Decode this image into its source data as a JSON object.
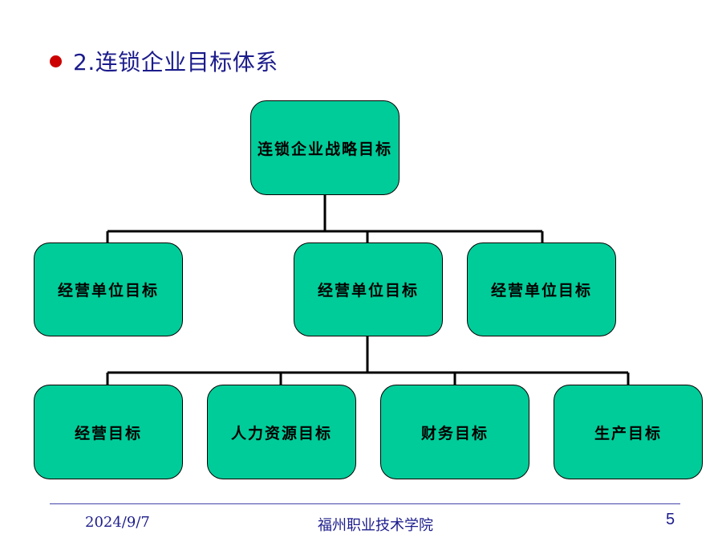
{
  "slide": {
    "title": "2.连锁企业目标体系",
    "accent_bullet_color": "#cc0000",
    "title_color": "#1c1c8c"
  },
  "diagram": {
    "node_color": "#00cc99",
    "root": "连锁企业战略目标",
    "level2": [
      "经营单位目标",
      "经营单位目标",
      "经营单位目标"
    ],
    "level3": [
      "经营目标",
      "人力资源目标",
      "财务目标",
      "生产目标"
    ]
  },
  "footer": {
    "date": "2024/9/7",
    "school": "福州职业技术学院",
    "page": "5"
  }
}
